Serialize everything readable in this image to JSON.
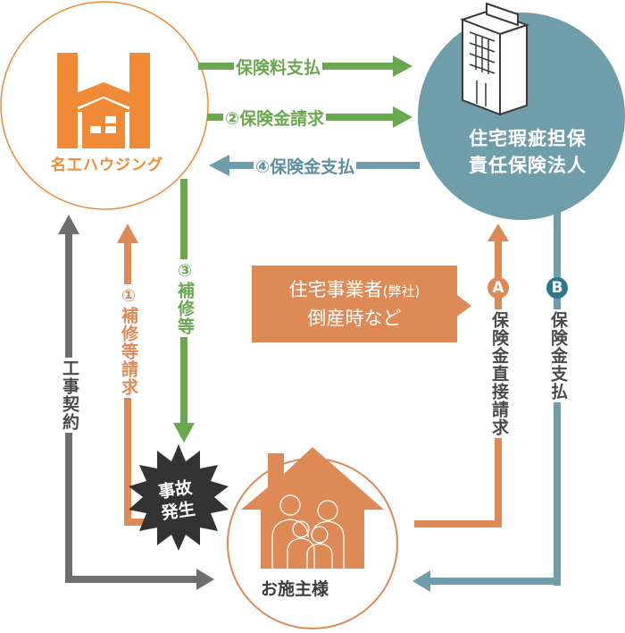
{
  "colors": {
    "orange": "#f08a36",
    "orange_muted": "#dd8a56",
    "green": "#6aa84f",
    "teal": "#6f9daa",
    "teal_dark": "#2e7a8a",
    "gray": "#6e6e6e",
    "dark": "#333333"
  },
  "nodes": {
    "company": {
      "name": "名工ハウジング",
      "icon": "house-h-logo-icon"
    },
    "insurer": {
      "line1": "住宅瑕疵担保",
      "line2": "責任保険法人",
      "icon": "office-building-icon"
    },
    "owner": {
      "name": "お施主様",
      "icon": "family-house-icon"
    },
    "accident": {
      "line1": "事故",
      "line2": "発生",
      "icon": "starburst-icon"
    }
  },
  "arrows": {
    "premium_payment": "保険料支払",
    "claim_request": "②保険金請求",
    "claim_payment": "④保険金支払",
    "repair": "③補修等",
    "repair_request": "①補修等請求",
    "construction_contract": "工事契約",
    "direct_claim_badge": "A",
    "direct_claim": "保険金直接請求",
    "direct_payment_badge": "B",
    "direct_payment": "保険金支払"
  },
  "callout": {
    "line1_main": "住宅事業者",
    "line1_small": "(弊社)",
    "line2": "倒産時など"
  }
}
